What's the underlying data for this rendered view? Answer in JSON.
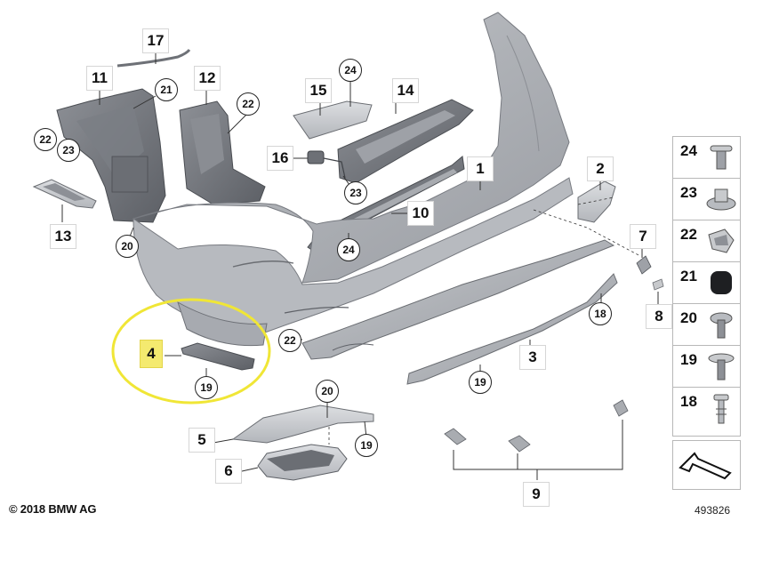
{
  "labels": {
    "l1": "1",
    "l2": "2",
    "l3": "3",
    "l4": "4",
    "l5": "5",
    "l6": "6",
    "l7": "7",
    "l8": "8",
    "l9": "9",
    "l10": "10",
    "l11": "11",
    "l12": "12",
    "l13": "13",
    "l14": "14",
    "l15": "15",
    "l16": "16",
    "l17": "17"
  },
  "callouts": {
    "c21a": "21",
    "c22a": "22",
    "c23a": "23",
    "c22b": "22",
    "c20a": "20",
    "c24a": "24",
    "c23b": "23",
    "c24b": "24",
    "c22c": "22",
    "c19a": "19",
    "c18a": "18",
    "c19b": "19",
    "c20b": "20",
    "c19c": "19"
  },
  "legend": [
    "24",
    "23",
    "22",
    "21",
    "20",
    "19",
    "18"
  ],
  "copyright": "© 2018 BMW AG",
  "ref_number": "493826",
  "highlight_color": "#f0e636"
}
